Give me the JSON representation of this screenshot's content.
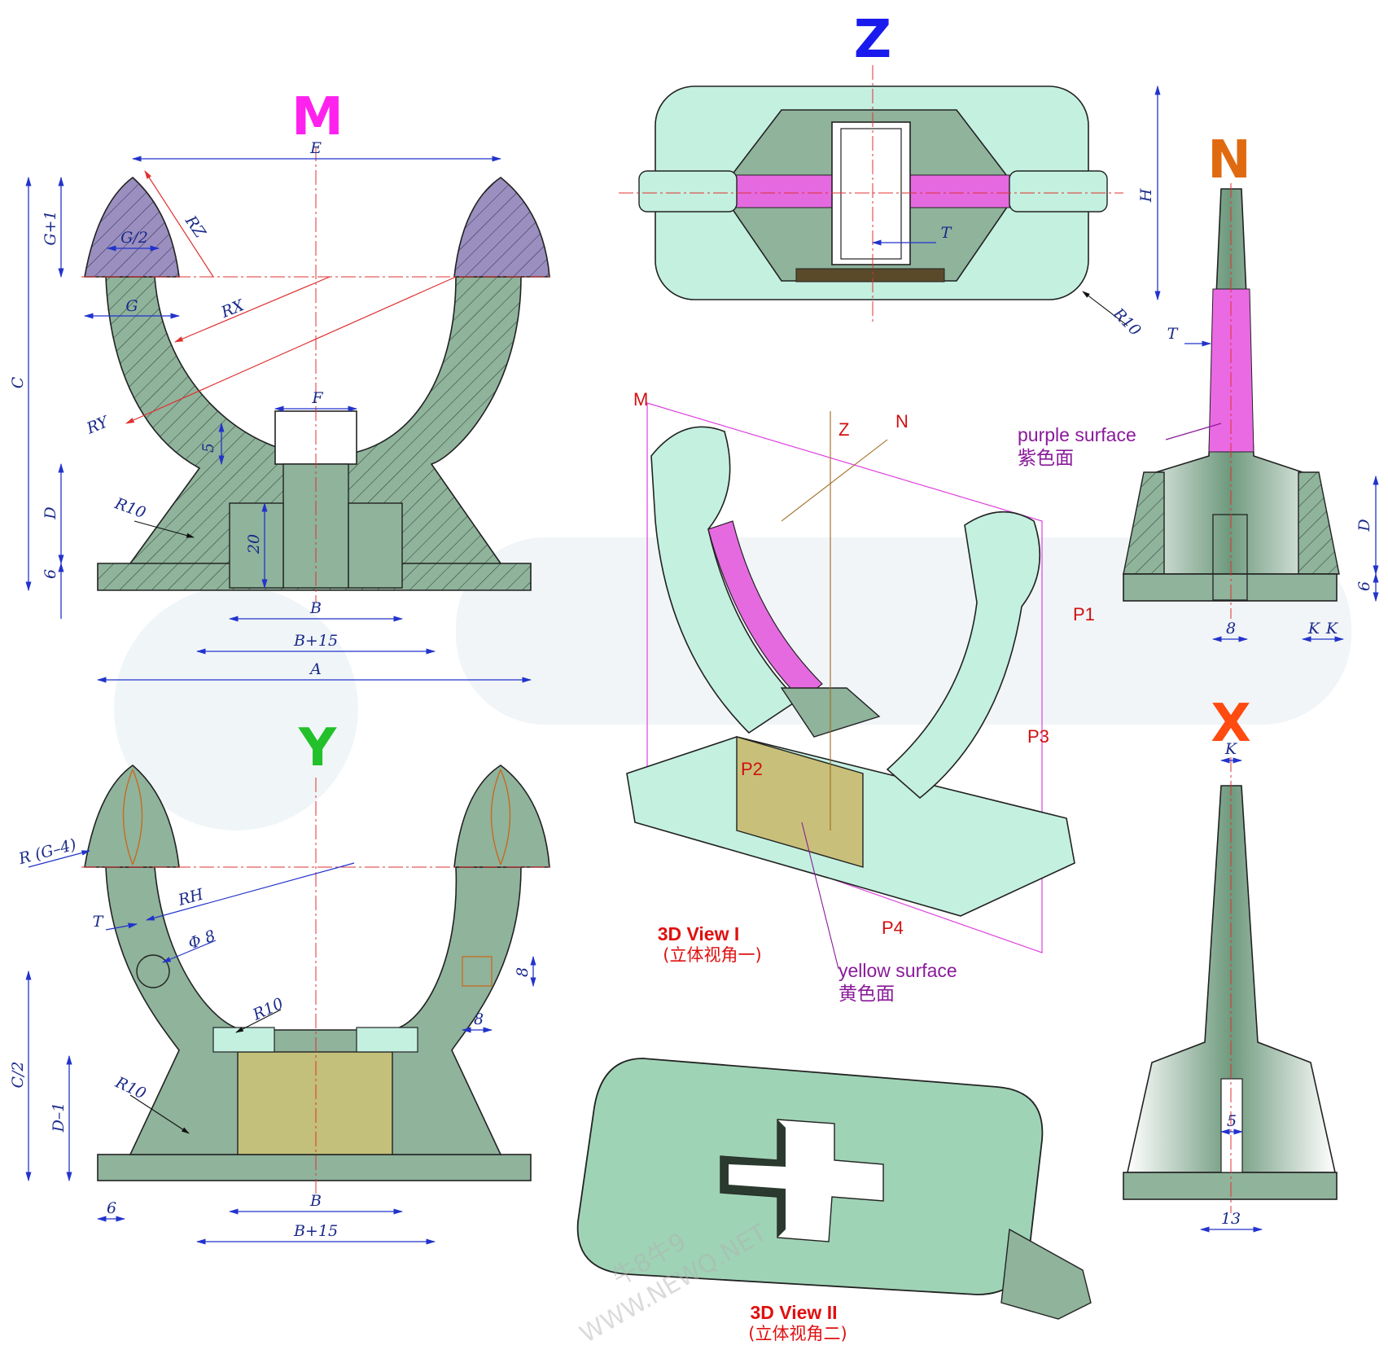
{
  "views": {
    "M": {
      "letter": "M",
      "color": "#ff22ee"
    },
    "Z": {
      "letter": "Z",
      "color": "#1a1aee"
    },
    "N": {
      "letter": "N",
      "color": "#e06a10"
    },
    "Y": {
      "letter": "Y",
      "color": "#22c02a"
    },
    "X": {
      "letter": "X",
      "color": "#ff4a10"
    }
  },
  "dims_m": {
    "E": "E",
    "C": "C",
    "G1": "G+1",
    "G2": "G/2",
    "G": "G",
    "RZ": "RZ",
    "RX": "RX",
    "RY": "RY",
    "F": "F",
    "five": "5",
    "D": "D",
    "R10": "R10",
    "twenty": "20",
    "six": "6",
    "B": "B",
    "B15": "B+15",
    "A": "A"
  },
  "dims_z": {
    "H": "H",
    "T": "T",
    "R10": "R10"
  },
  "dims_n": {
    "T": "T",
    "D": "D",
    "six": "6",
    "eight": "8",
    "K1": "K",
    "K2": "K"
  },
  "dims_y": {
    "RG4": "R (G–4)",
    "RH": "RH",
    "T": "T",
    "phi8": "Φ 8",
    "R10a": "R10",
    "eight1": "8",
    "eight2": "8",
    "C2": "C/2",
    "D1": "D–1",
    "R10b": "R10",
    "six": "6",
    "B": "B",
    "B15": "B+15"
  },
  "dims_x": {
    "K": "K",
    "five": "5",
    "thirteen": "13"
  },
  "iso_labels": {
    "M": "M",
    "Z": "Z",
    "N": "N",
    "P1": "P1",
    "P2": "P2",
    "P3": "P3",
    "P4": "P4"
  },
  "captions": {
    "view1_en": "3D View I",
    "view1_cn": "(立体视角一)",
    "view2_en": "3D View II",
    "view2_cn": "(立体视角二)"
  },
  "notes": {
    "purple_en": "purple surface",
    "purple_cn": "紫色面",
    "yellow_en": "yellow surface",
    "yellow_cn": "黄色面"
  },
  "watermark": {
    "line1": "牛8牛9",
    "line2": "WWW.NEWQ.NET"
  }
}
